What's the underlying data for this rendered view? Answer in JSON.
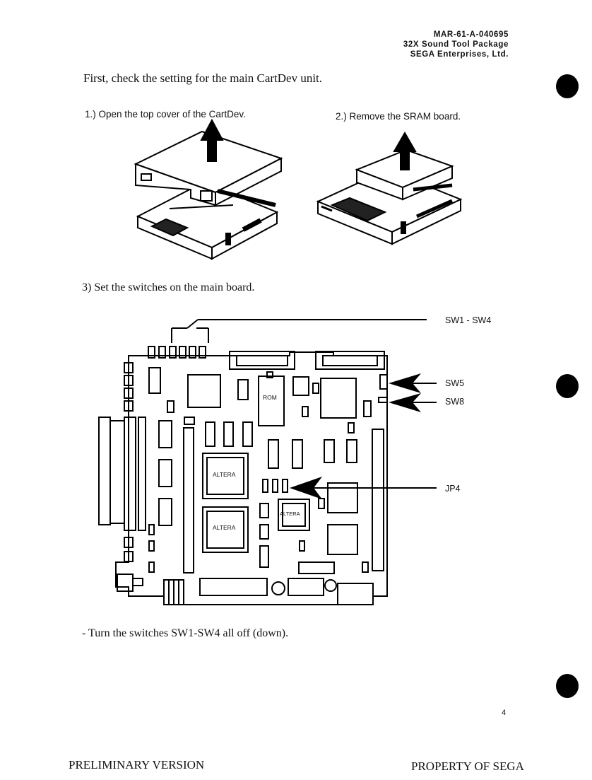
{
  "header": {
    "doc_id": "MAR-61-A-040695",
    "title": "32X Sound Tool Package",
    "company": "SEGA Enterprises, Ltd."
  },
  "intro_text": "First, check the setting for the main CartDev unit.",
  "steps": {
    "step1": "1.) Open the top cover of the CartDev.",
    "step2": "2.) Remove the SRAM board.",
    "step3": "3) Set the switches on the main board."
  },
  "board_labels": {
    "sw1_sw4": "SW1 - SW4",
    "sw5": "SW5",
    "sw8": "SW8",
    "jp4": "JP4",
    "rom": "ROM",
    "altera_1": "ALTERA",
    "altera_2": "ALTERA",
    "altera_3": "ALTERA"
  },
  "note": "- Turn the switches SW1-SW4 all off (down).",
  "page_number": "4",
  "footer": {
    "left": "PRELIMINARY VERSION",
    "right": "PROPERTY OF SEGA"
  }
}
